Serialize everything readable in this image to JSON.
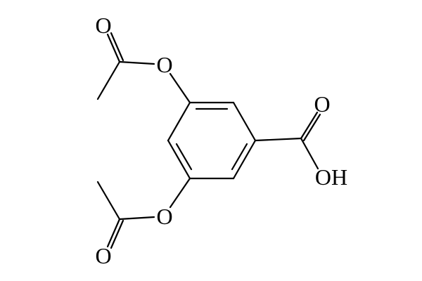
{
  "diagram": {
    "type": "chemical-structure-drawing",
    "background": "#ffffff",
    "line_color": "#000000",
    "label_color": "#000000",
    "atom_labels": {
      "top_carbonyl_oxygen": "O",
      "top_ester_oxygen": "O",
      "carboxyl_oxygen": "O",
      "hydroxyl": "OH",
      "bottom_ester_oxygen": "O",
      "bottom_carbonyl_oxygen": "O"
    }
  }
}
